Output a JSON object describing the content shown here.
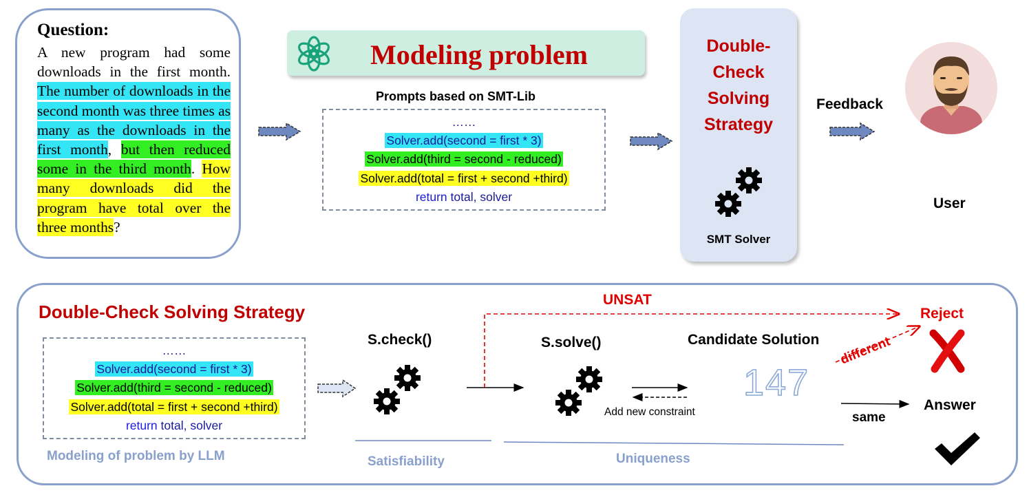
{
  "question": {
    "title": "Question:",
    "segments": [
      {
        "text": "A new program had some downloads in the first month. ",
        "highlight": "none"
      },
      {
        "text": "The number of downloads in the second month was three times as many as the downloads in the first month",
        "highlight": "cyan"
      },
      {
        "text": ", ",
        "highlight": "none"
      },
      {
        "text": "but then reduced some in the third month",
        "highlight": "green"
      },
      {
        "text": ". ",
        "highlight": "none"
      },
      {
        "text": "How many downloads did the program have total over the three months",
        "highlight": "yellow"
      },
      {
        "text": "?",
        "highlight": "none"
      }
    ]
  },
  "modeling": {
    "title": "Modeling problem",
    "icon": "openai-logo-icon",
    "prompts_title": "Prompts based on SMT-Lib",
    "code": {
      "ellipsis": "……",
      "line1": "Solver.add(second = first * 3)",
      "line2": "Solver.add(third = second - reduced)",
      "line3": "Solver.add(total = first + second +third)",
      "return_kw": "return",
      "return_vals": " total, solver"
    }
  },
  "solver": {
    "title_lines": [
      "Double-",
      "Check",
      "Solving",
      "Strategy"
    ],
    "label": "SMT Solver",
    "icon": "gears-icon"
  },
  "feedback_label": "Feedback",
  "user": {
    "label": "User",
    "icon": "user-avatar-icon"
  },
  "strategy": {
    "title": "Double-Check Solving Strategy",
    "modeling_label": "Modeling of problem by LLM",
    "scheck": "S.check()",
    "ssolve": "S.solve()",
    "candidate_title": "Candidate Solution",
    "candidate_value": "147",
    "unsat": "UNSAT",
    "reject": "Reject",
    "different": "different",
    "same": "same",
    "answer": "Answer",
    "add_constraint": "Add new constraint",
    "satisfiability": "Satisfiability",
    "uniqueness": "Uniqueness"
  },
  "colors": {
    "accent_red": "#c00000",
    "frame_blue": "#8aa0cc",
    "highlight_cyan": "#33e5f5",
    "highlight_green": "#33ee22",
    "highlight_yellow": "#ffff22",
    "code_blue": "#1a1a9a"
  }
}
